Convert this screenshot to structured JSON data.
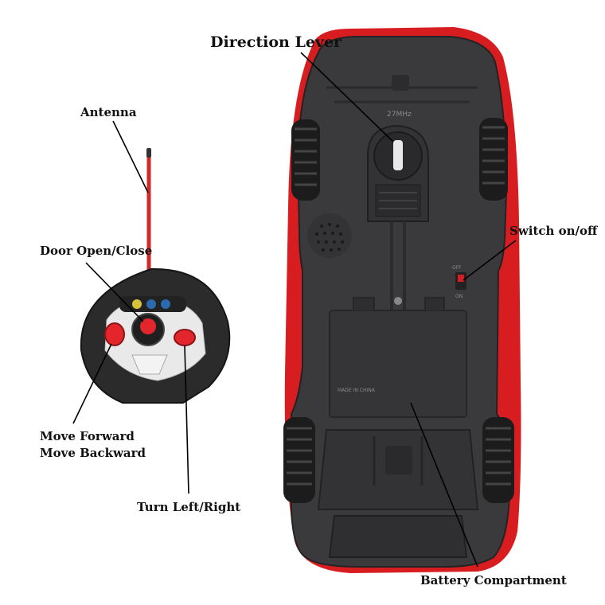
{
  "labels": {
    "direction_lever": "Direction Lever",
    "antenna": "Antenna",
    "door_open_close": "Door Open/Close",
    "switch_on_off": "Switch on/off",
    "move_forward": "Move Forward",
    "move_backward": "Move Backward",
    "turn_left_right": "Turn Left/Right",
    "battery_compartment": "Battery Compartment"
  },
  "car_markings": {
    "frequency": "27MHz",
    "made_in": "MADE IN CHINA",
    "switch_off": "OFF",
    "switch_on": "ON"
  },
  "colors": {
    "car_body": "#d81d20",
    "chassis": "#3a3a3c",
    "remote_grip": "#2b2b2b",
    "button_red": "#e2262b",
    "leader_line": "#000000"
  }
}
